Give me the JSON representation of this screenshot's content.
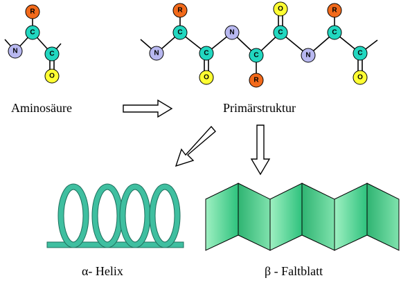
{
  "labels": {
    "amino_acid": "Aminosäure",
    "primary_structure": "Primärstruktur",
    "alpha_helix": "α- Helix",
    "beta_sheet": "β - Faltblatt"
  },
  "atoms": {
    "carbon": "C",
    "nitrogen": "N",
    "oxygen": "O",
    "residue": "R"
  },
  "colors": {
    "carbon": "#22d7c0",
    "nitrogen": "#b8b8f0",
    "oxygen": "#ffff33",
    "residue": "#f26a1b",
    "helix": "#3fbfa0",
    "sheet": "#2fc985",
    "sheet_light": "#8fe6b5"
  }
}
